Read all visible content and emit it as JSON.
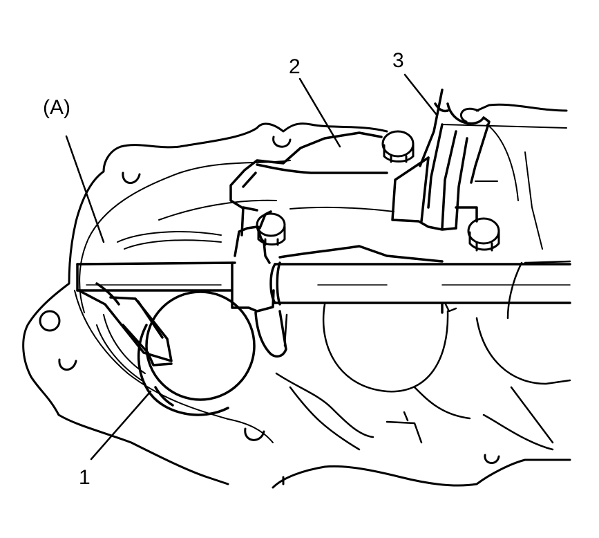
{
  "callouts": {
    "a": "(A)",
    "one": "1",
    "two": "2",
    "three": "3"
  },
  "colors": {
    "line": "#000000",
    "background": "#ffffff"
  }
}
